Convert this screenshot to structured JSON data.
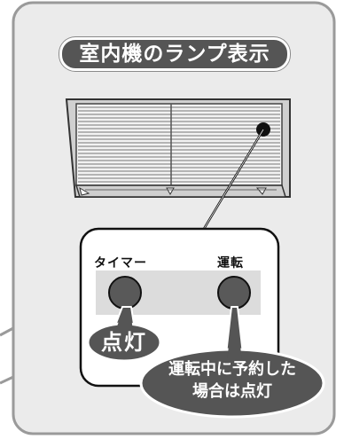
{
  "title": "室内機のランプ表示",
  "lamps": {
    "timer_label": "タイマー",
    "run_label": "運転"
  },
  "callouts": {
    "timer_note": "点灯",
    "run_note_line1": "運転中に予約した",
    "run_note_line2": "場合は点灯"
  },
  "icons": [
    "air-conditioner-unit-icon",
    "lamp-icon"
  ],
  "colors": {
    "panel_bg": "#ebebeb",
    "pill": "#555555",
    "lamp": "#595959",
    "lamp_strip": "#dcdcdc"
  }
}
